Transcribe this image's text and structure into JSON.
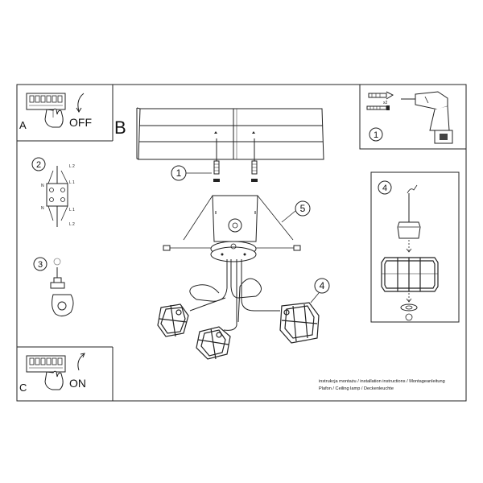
{
  "panels": {
    "a": {
      "letter": "A",
      "switch_label": "OFF"
    },
    "b": {
      "letter": "B"
    },
    "c": {
      "letter": "C",
      "switch_label": "ON"
    }
  },
  "steps": {
    "s1": "1",
    "s2": "2",
    "s3": "3",
    "s4": "4",
    "s5": "5"
  },
  "wiring_labels": {
    "top": "L 2",
    "upper": "L 1",
    "lower": "L 1",
    "bottom": "L 2",
    "n_top": "N",
    "n_bottom": "N"
  },
  "drill_label": "x2",
  "caption": {
    "line1": "instrukcja montażu / installation instructions / Montageanleitung",
    "line2": "Plafon / Ceiling lamp / Deckenleuchte"
  }
}
